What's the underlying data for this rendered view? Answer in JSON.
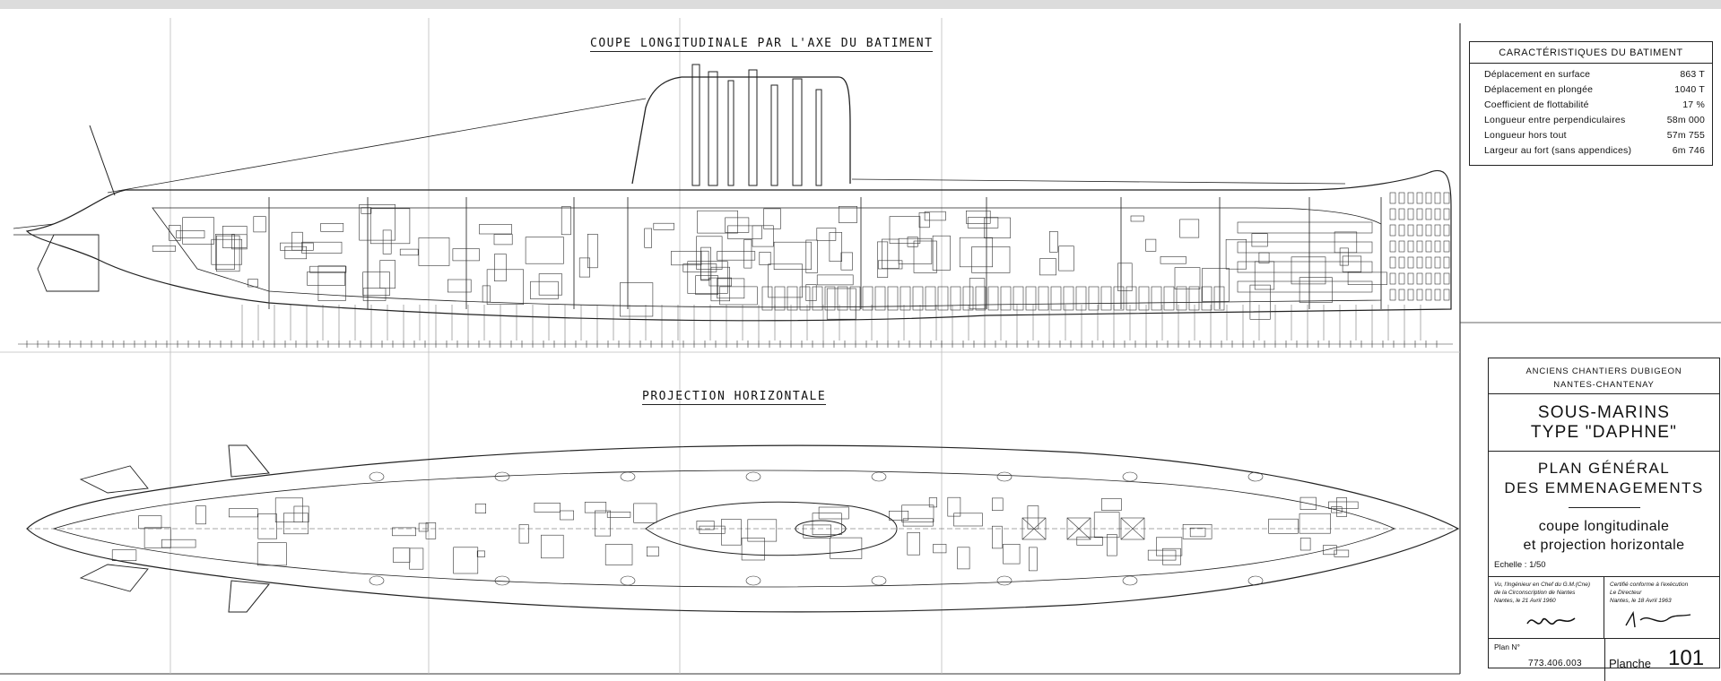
{
  "titles": {
    "longitudinal": "COUPE LONGITUDINALE PAR L'AXE DU BATIMENT",
    "horizontal": "PROJECTION HORIZONTALE"
  },
  "characteristics": {
    "title": "CARACTÉRISTIQUES DU BATIMENT",
    "rows": [
      {
        "label": "Déplacement en surface",
        "value": "863 T"
      },
      {
        "label": "Déplacement en plongée",
        "value": "1040 T"
      },
      {
        "label": "Coefficient de flottabilité",
        "value": "17 %"
      },
      {
        "label": "Longueur entre perpendiculaires",
        "value": "58m 000"
      },
      {
        "label": "Longueur hors tout",
        "value": "57m 755"
      },
      {
        "label": "Largeur au fort (sans appendices)",
        "value": "6m 746"
      }
    ]
  },
  "title_block": {
    "yard_line1": "ANCIENS CHANTIERS DUBIGEON",
    "yard_line2": "NANTES-CHANTENAY",
    "type_line1": "SOUS-MARINS",
    "type_line2": "TYPE \"DAPHNE\"",
    "plan_line1": "PLAN GÉNÉRAL",
    "plan_line2": "DES EMMENAGEMENTS",
    "desc_line1": "coupe longitudinale",
    "desc_line2": "et projection horizontale",
    "scale": "Echelle : 1/50",
    "approval_left": [
      "Vu, l'Ingénieur en Chef du G.M.(Cne)",
      "de la Circonscription de Nantes",
      "Nantes, le 21 Avril 1960"
    ],
    "approval_right": [
      "Certifié conforme à l'exécution",
      "Le Directeur",
      "Nantes, le 18 Avril 1963"
    ],
    "plan_no_label": "Plan N°",
    "plan_no": "773.406.003",
    "planche_label": "Planche",
    "planche_no": "101"
  }
}
